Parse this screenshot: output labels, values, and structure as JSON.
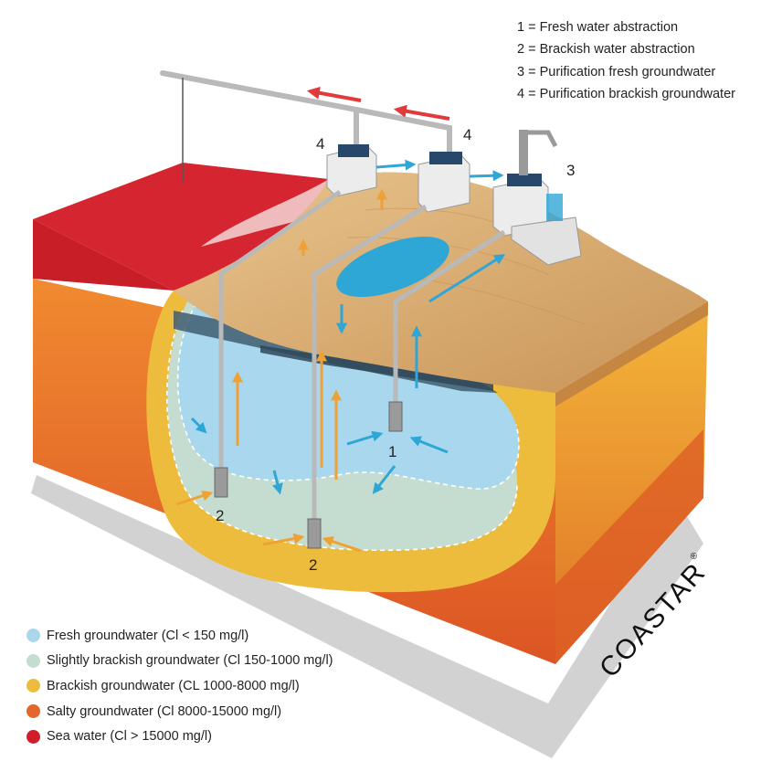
{
  "numbered_legend": [
    {
      "num": "1",
      "text": "1 = Fresh water abstraction"
    },
    {
      "num": "2",
      "text": "2 = Brackish water abstraction"
    },
    {
      "num": "3",
      "text": "3 = Purification fresh groundwater"
    },
    {
      "num": "4",
      "text": "4 = Purification brackish groundwater"
    }
  ],
  "zone_legend": [
    {
      "text": "Fresh groundwater (Cl < 150 mg/l)",
      "color": "#a9d7ee"
    },
    {
      "text": "Slightly brackish groundwater (Cl 150-1000 mg/l)",
      "color": "#c5ddd0"
    },
    {
      "text": "Brackish groundwater (CL 1000-8000 mg/l)",
      "color": "#eebc3c"
    },
    {
      "text": "Salty groundwater (Cl 8000-15000 mg/l)",
      "color": "#e3672a"
    },
    {
      "text": "Sea water (Cl > 15000 mg/l)",
      "color": "#d01f2a"
    }
  ],
  "markers": {
    "well_fresh": "1",
    "well_brackish": "2",
    "purification_fresh": "3",
    "purification_brackish": "4"
  },
  "brand": {
    "name": "COASTAR",
    "mark": "®"
  },
  "colors": {
    "fresh_arrow": "#2ea6d6",
    "brackish_arrow": "#eea235",
    "outflow_arrow": "#e13a3a",
    "sand": "#dcb27a",
    "pipe": "#b9b9b9"
  }
}
